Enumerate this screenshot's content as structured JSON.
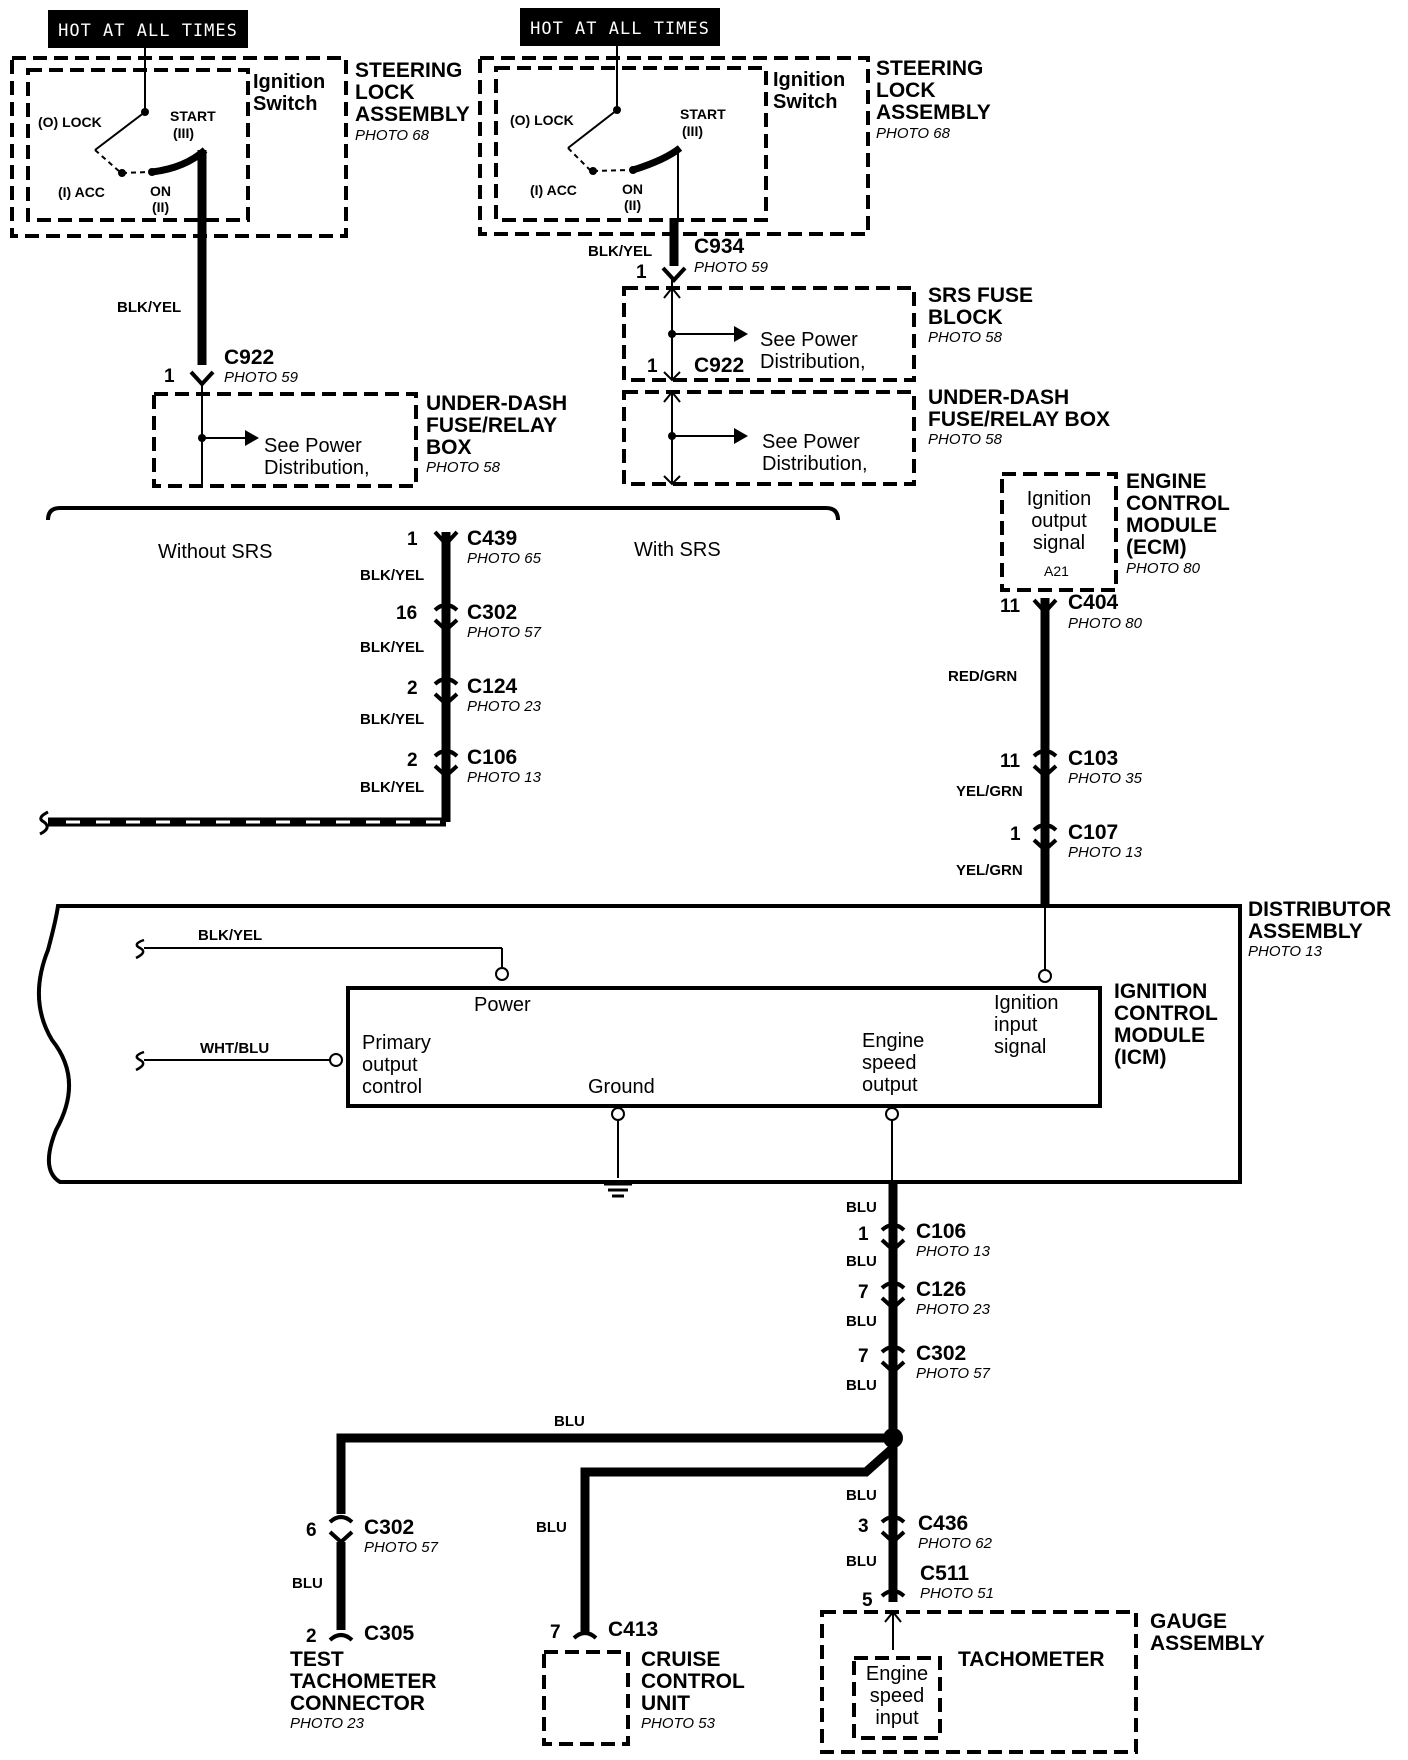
{
  "hot_label": "HOT AT ALL TIMES",
  "left": {
    "switch_title": [
      "Ignition",
      "Switch"
    ],
    "lock": "(O) LOCK",
    "acc": "(I) ACC",
    "start": [
      "START",
      "(III)"
    ],
    "on": [
      "ON",
      "(II)"
    ],
    "assembly": [
      "STEERING",
      "LOCK",
      "ASSEMBLY"
    ],
    "assembly_photo": "PHOTO 68",
    "wire": "BLK/YEL",
    "pin": "1",
    "connector": "C922",
    "connector_photo": "PHOTO 59",
    "see_power": [
      "See Power",
      "Distribution,"
    ],
    "fuse_box": [
      "UNDER-DASH",
      "FUSE/RELAY",
      "BOX"
    ],
    "fuse_box_photo": "PHOTO 58"
  },
  "right": {
    "switch_title": [
      "Ignition",
      "Switch"
    ],
    "lock": "(O) LOCK",
    "acc": "(I) ACC",
    "start": [
      "START",
      "(III)"
    ],
    "on": [
      "ON",
      "(II)"
    ],
    "assembly": [
      "STEERING",
      "LOCK",
      "ASSEMBLY"
    ],
    "assembly_photo": "PHOTO 68",
    "wire": "BLK/YEL",
    "pin": "1",
    "connector": "C934",
    "connector_photo": "PHOTO 59",
    "srs_pin": "1",
    "srs_connector": "C922",
    "srs_see_power": [
      "See Power",
      "Distribution,"
    ],
    "srs_block": [
      "SRS FUSE",
      "BLOCK"
    ],
    "srs_block_photo": "PHOTO 58",
    "see_power": [
      "See Power",
      "Distribution,"
    ],
    "fuse_box": [
      "UNDER-DASH",
      "FUSE/RELAY BOX"
    ],
    "fuse_box_photo": "PHOTO 58"
  },
  "without_srs": "Without SRS",
  "with_srs": "With SRS",
  "mid_chain": [
    {
      "pin": "1",
      "connector": "C439",
      "photo": "PHOTO 65",
      "wire": "BLK/YEL"
    },
    {
      "pin": "16",
      "connector": "C302",
      "photo": "PHOTO 57",
      "wire": "BLK/YEL"
    },
    {
      "pin": "2",
      "connector": "C124",
      "photo": "PHOTO 23",
      "wire": "BLK/YEL"
    },
    {
      "pin": "2",
      "connector": "C106",
      "photo": "PHOTO 13",
      "wire": "BLK/YEL"
    }
  ],
  "ecm": {
    "signal": [
      "Ignition",
      "output",
      "signal"
    ],
    "terminal": "A21",
    "name": [
      "ENGINE",
      "CONTROL",
      "MODULE",
      "(ECM)"
    ],
    "photo": "PHOTO 80",
    "chain": [
      {
        "pin": "11",
        "connector": "C404",
        "photo": "PHOTO 80",
        "wire": "RED/GRN"
      },
      {
        "pin": "11",
        "connector": "C103",
        "photo": "PHOTO 35",
        "wire": "YEL/GRN"
      },
      {
        "pin": "1",
        "connector": "C107",
        "photo": "PHOTO 13",
        "wire": "YEL/GRN"
      }
    ]
  },
  "distributor": {
    "name": [
      "DISTRIBUTOR",
      "ASSEMBLY"
    ],
    "photo": "PHOTO 13",
    "wire_power": "BLK/YEL",
    "wire_primary": "WHT/BLU",
    "icm": [
      "IGNITION",
      "CONTROL",
      "MODULE",
      "(ICM)"
    ],
    "power": "Power",
    "primary": [
      "Primary",
      "output",
      "control"
    ],
    "ground": "Ground",
    "engine_speed": [
      "Engine",
      "speed",
      "output"
    ],
    "ign_input": [
      "Ignition",
      "input",
      "signal"
    ]
  },
  "blu_chain": [
    {
      "pin": "1",
      "connector": "C106",
      "photo": "PHOTO 13",
      "wire": "BLU"
    },
    {
      "pin": "7",
      "connector": "C126",
      "photo": "PHOTO 23",
      "wire": "BLU"
    },
    {
      "pin": "7",
      "connector": "C302",
      "photo": "PHOTO 57",
      "wire": "BLU"
    }
  ],
  "splice_wire": "BLU",
  "test_tach": {
    "pin1": "6",
    "conn1": "C302",
    "photo1": "PHOTO 57",
    "wire": "BLU",
    "pin2": "2",
    "conn2": "C305",
    "name": [
      "TEST",
      "TACHOMETER",
      "CONNECTOR"
    ],
    "photo": "PHOTO 23"
  },
  "cruise": {
    "wire": "BLU",
    "pin": "7",
    "connector": "C413",
    "name": [
      "CRUISE",
      "CONTROL",
      "UNIT"
    ],
    "photo": "PHOTO 53"
  },
  "gauge": {
    "wire1": "BLU",
    "pin1": "3",
    "conn1": "C436",
    "photo1": "PHOTO 62",
    "wire2": "BLU",
    "pin2": "5",
    "conn2": "C511",
    "photo2": "PHOTO 51",
    "name": [
      "GAUGE",
      "ASSEMBLY"
    ],
    "tach": "TACHOMETER",
    "input": [
      "Engine",
      "speed",
      "input"
    ]
  }
}
